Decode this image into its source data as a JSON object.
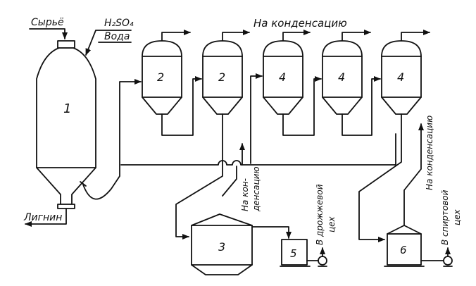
{
  "labels": {
    "raw_material": "Сырьё",
    "acid": "H₂SO₄",
    "water": "Вода",
    "lignin": "Лигнин",
    "to_condensation": "На конденсацию",
    "to_condensation_split_1": "На кон-",
    "to_condensation_split_2": "денсацию",
    "to_condensation_right": "На конденсацию",
    "to_yeast_line1": "В дрожжевой",
    "to_yeast_line2": "цех",
    "to_spirit_line1": "В спиртовой",
    "to_spirit_line2": "цех"
  },
  "vessels": {
    "v1": "1",
    "v2a": "2",
    "v2b": "2",
    "v4a": "4",
    "v4b": "4",
    "v4c": "4",
    "v3": "3",
    "v5": "5",
    "v6": "6"
  },
  "colors": {
    "ink": "#111111",
    "paper": "#ffffff"
  }
}
